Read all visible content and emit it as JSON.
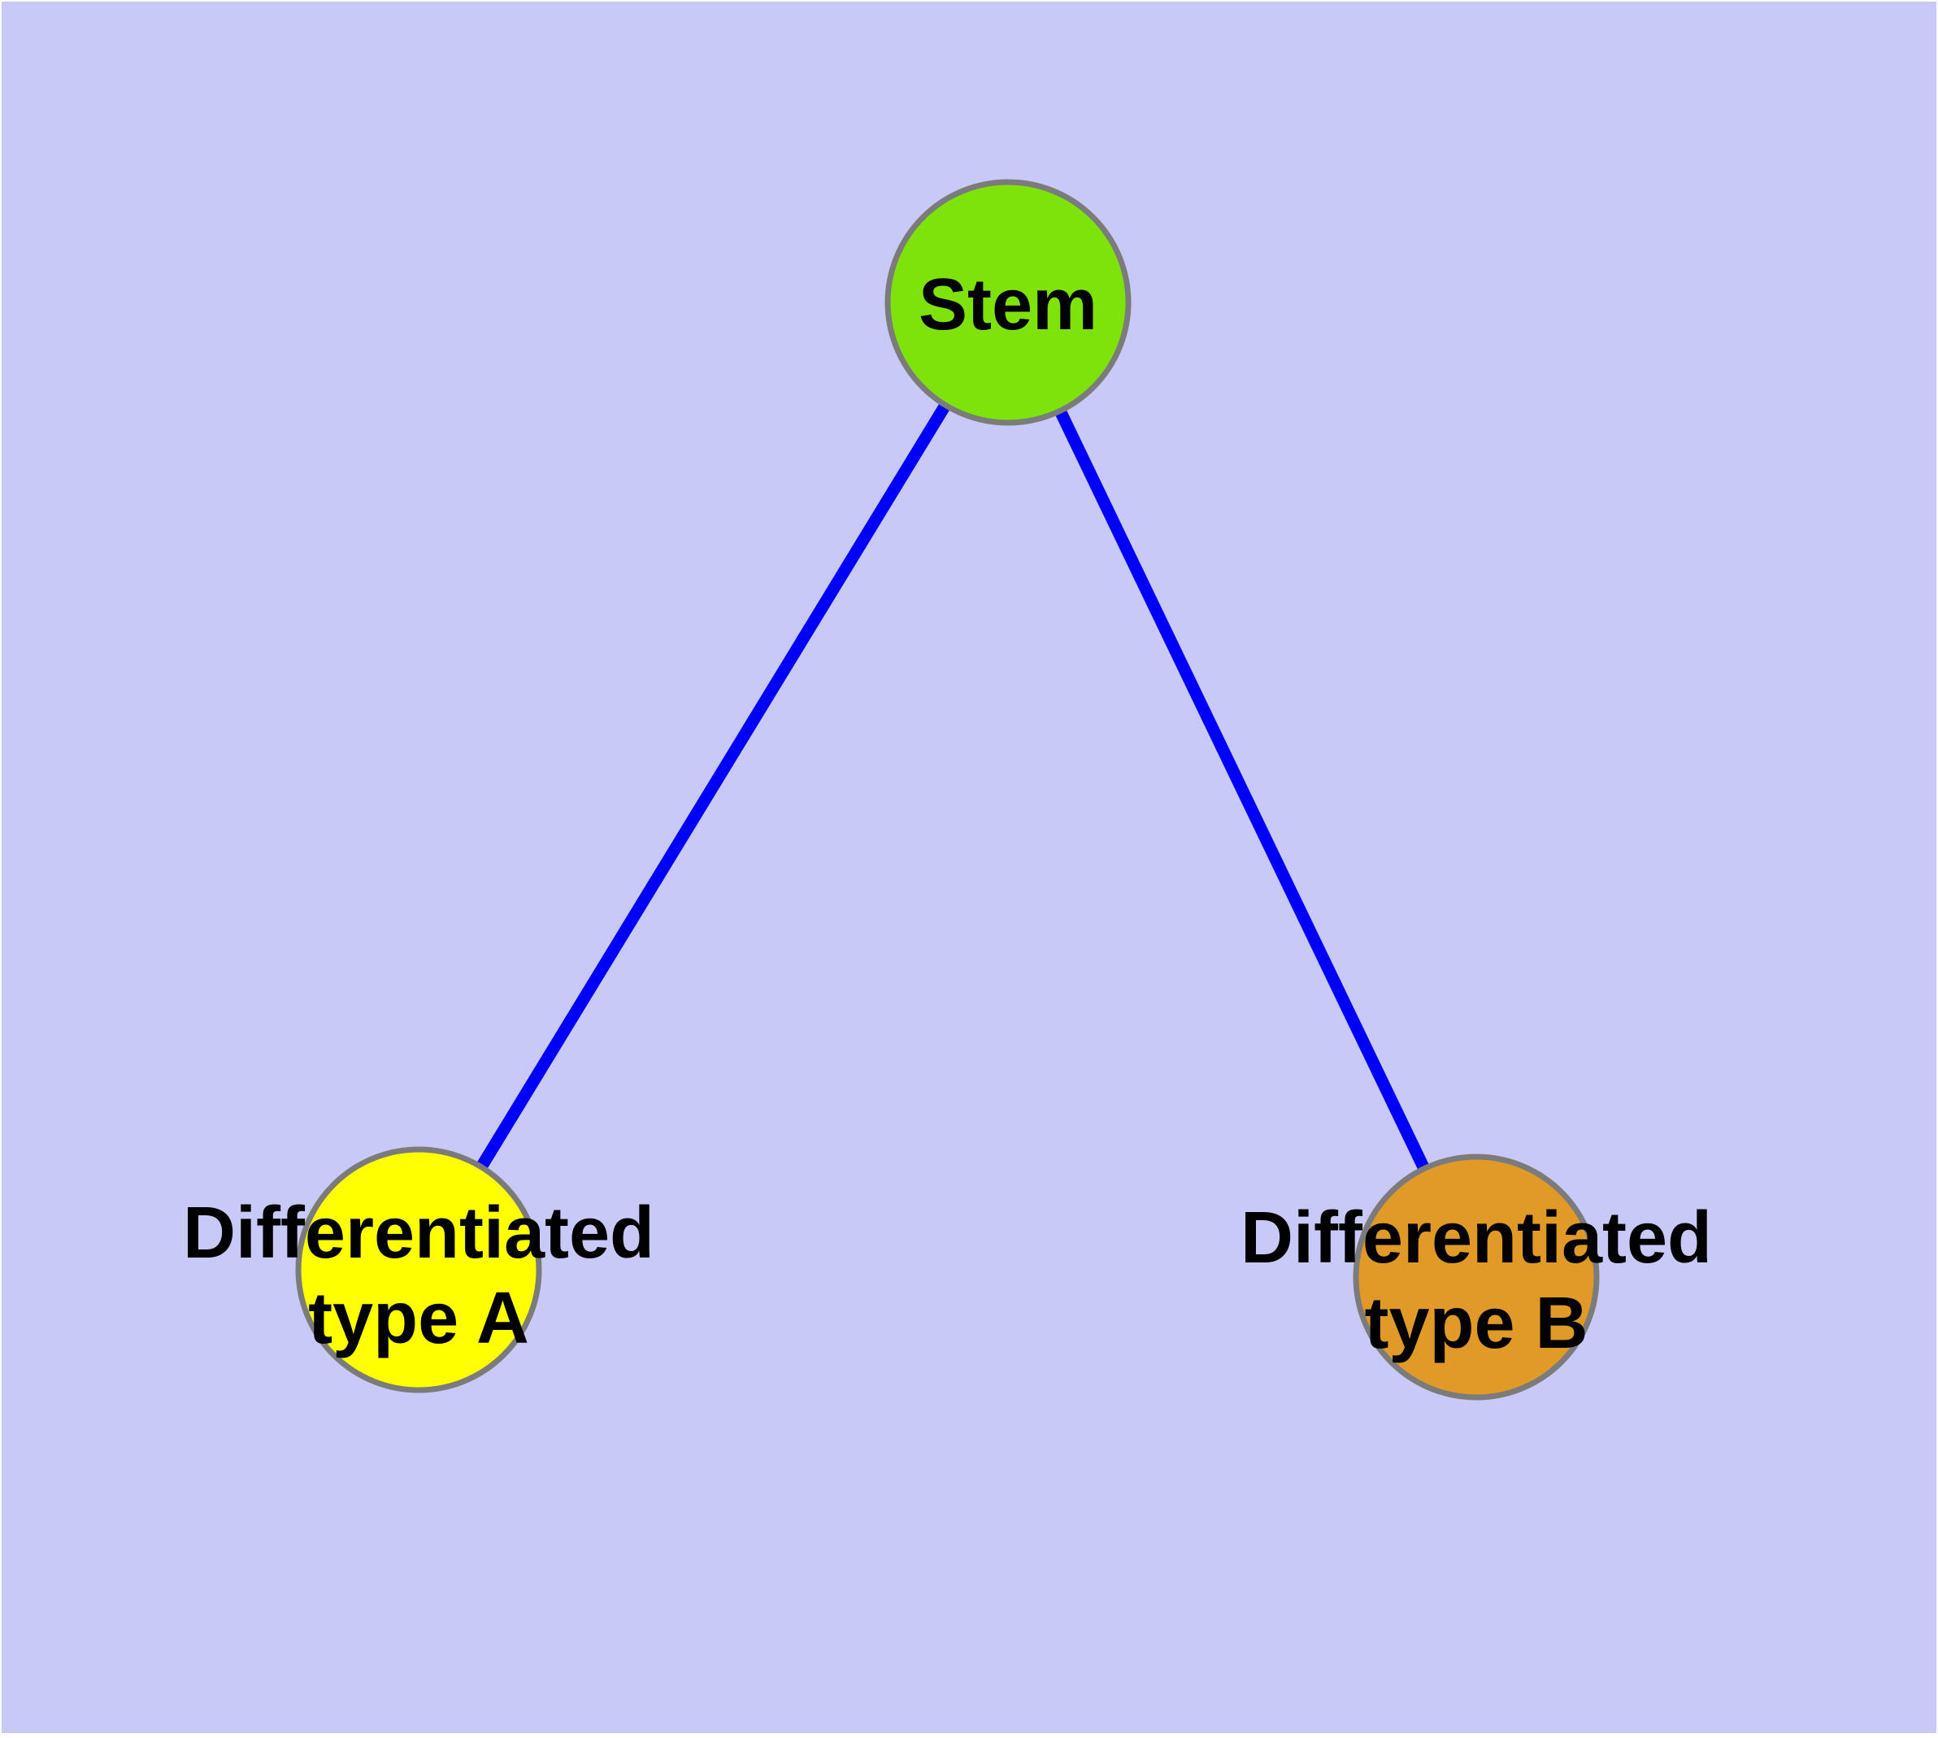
{
  "diagram": {
    "type": "graph",
    "page_color": "#ffffff",
    "background_color": "#c9c9f7",
    "edge_color": "#0000fa",
    "node_border_color": "#7b7b7b",
    "label_color": "#000000",
    "nodes": [
      {
        "id": "stem",
        "label": "Stem",
        "lines": [
          "Stem"
        ],
        "fill": "#7de30a"
      },
      {
        "id": "differentiated-type-a",
        "label": "Differentiated type A",
        "lines": [
          "Differentiated",
          "type A"
        ],
        "fill": "#ffff00"
      },
      {
        "id": "differentiated-type-b",
        "label": "Differentiated type B",
        "lines": [
          "Differentiated",
          "type B"
        ],
        "fill": "#e19a28"
      }
    ],
    "edges": [
      {
        "from": "Stem",
        "to": "Differentiated type A"
      },
      {
        "from": "Stem",
        "to": "Differentiated type B"
      }
    ]
  }
}
